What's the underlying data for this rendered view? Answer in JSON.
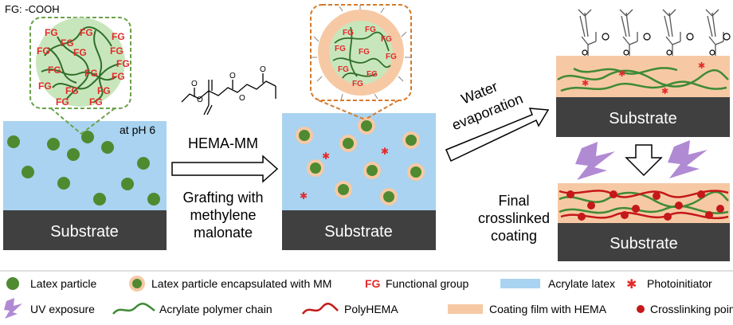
{
  "panel1": {
    "fg_definition": "FG: -COOH",
    "ph_label": "at pH 6",
    "substrate": "Substrate",
    "fg_text": "FG"
  },
  "arrow1": {
    "reagent": "HEMA-MM",
    "caption_lines": [
      "Grafting with",
      "methylene",
      "malonate"
    ]
  },
  "panel2": {
    "substrate": "Substrate"
  },
  "arrow2": {
    "label_lines": [
      "Water",
      "evaporation"
    ]
  },
  "panel3": {
    "substrate": "Substrate"
  },
  "panel4": {
    "caption_lines": [
      "Final",
      "crosslinked",
      "coating"
    ],
    "substrate": "Substrate"
  },
  "legend": {
    "row1": [
      {
        "icon": "latex-particle-icon",
        "label": "Latex particle"
      },
      {
        "icon": "encapsulated-particle-icon",
        "label": "Latex particle encapsulated with MM"
      },
      {
        "icon": "functional-group-icon",
        "symbol": "FG",
        "label": "Functional group"
      },
      {
        "icon": "acrylate-latex-swatch",
        "label": "Acrylate latex"
      },
      {
        "icon": "photoinitiator-star-icon",
        "label": "Photoinitiator"
      }
    ],
    "row2": [
      {
        "icon": "uv-bolt-icon",
        "label": "UV exposure"
      },
      {
        "icon": "acrylate-chain-icon",
        "label": "Acrylate polymer chain"
      },
      {
        "icon": "polyhema-chain-icon",
        "label": "PolyHEMA"
      },
      {
        "icon": "coating-film-swatch",
        "label": "Coating film with HEMA"
      },
      {
        "icon": "crosslink-point-icon",
        "label": "Crosslinking point"
      }
    ]
  },
  "colors": {
    "latex_blue": "#a9d3f0",
    "substrate_dark": "#404040",
    "particle_green": "#4f8a31",
    "shell_peach": "#f6c9a4",
    "chain_green": "#3f8a35",
    "polyhema_red": "#c51818",
    "fg_red": "#e32b2b",
    "uv_purple": "#b18ad4",
    "dash_green": "#6aa248",
    "dash_orange": "#d47a2a"
  }
}
